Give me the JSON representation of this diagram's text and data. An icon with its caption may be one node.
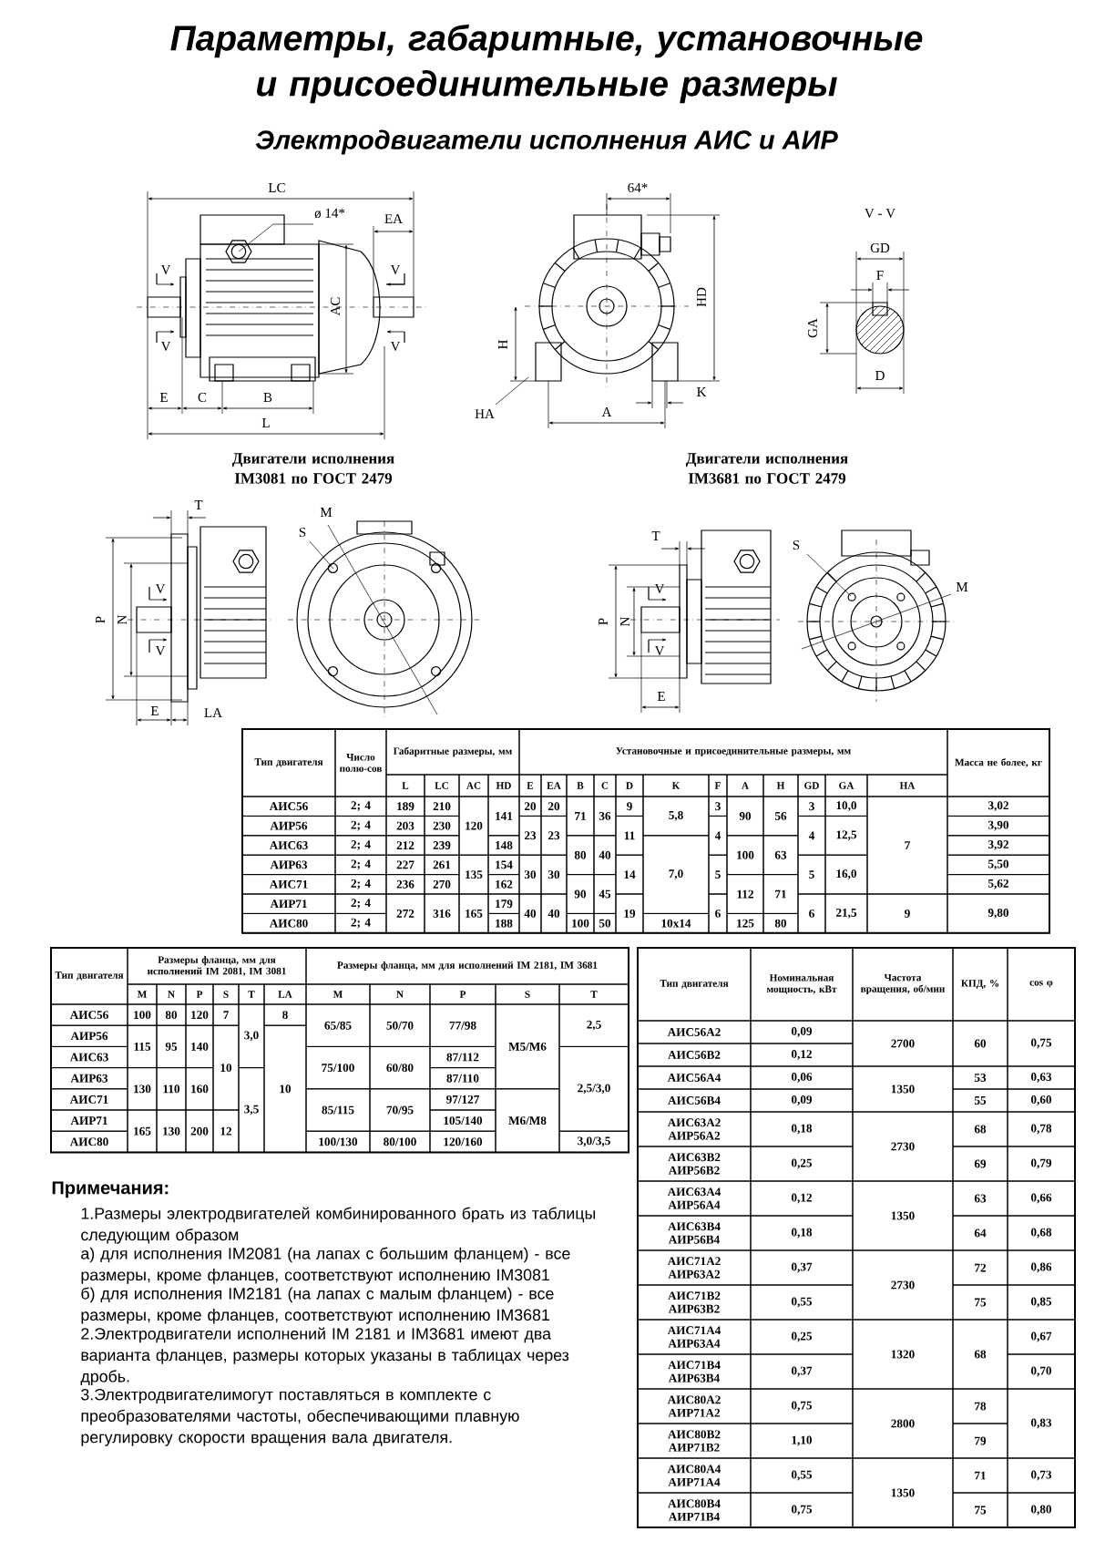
{
  "diagram": {
    "title": "Параметры, габаритные, установочные и присоединительные размеры",
    "labels": [
      "Электродвигатели исполнения АИС и АИР",
      "LC",
      "ø 14*",
      "EA",
      "V",
      "V",
      "AC",
      "V",
      "V",
      "E",
      "C",
      "B",
      "L",
      "64*",
      "HD",
      "H",
      "K",
      "HA",
      "A",
      "V - V",
      "GD",
      "F",
      "GA",
      "D",
      "Двигатели исполнения IM3081 по ГОСТ 2479",
      "Двигатели исполнения IM3681 по ГОСТ 2479",
      "T",
      "M",
      "S",
      "P",
      "N",
      "V",
      "V",
      "E",
      "LA",
      "T",
      "S",
      "M",
      "P",
      "N",
      "V",
      "V",
      "E",
      "Тип двигателя",
      "Число полю-сов",
      "Габаритные размеры, мм",
      "Установочные и присоединительные размеры, мм",
      "Масса не более, кг",
      "L",
      "LC",
      "AC",
      "HD",
      "E",
      "EA",
      "B",
      "C",
      "D",
      "K",
      "F",
      "A",
      "H",
      "GD",
      "GA",
      "HA",
      "АИС56",
      "2; 4",
      "189",
      "210",
      "120",
      "141",
      "20",
      "20",
      "71",
      "36",
      "9",
      "5,8",
      "3",
      "90",
      "56",
      "3",
      "10,0",
      "7",
      "3,02",
      "АИР56",
      "2; 4",
      "203",
      "230",
      "23",
      "23",
      "11",
      "4",
      "4",
      "12,5",
      "3,90",
      "АИС63",
      "2; 4",
      "212",
      "239",
      "148",
      "80",
      "40",
      "7,0",
      "100",
      "63",
      "3,92",
      "АИР63",
      "2; 4",
      "227",
      "261",
      "135",
      "154",
      "30",
      "30",
      "14",
      "5",
      "5",
      "16,0",
      "5,50",
      "АИС71",
      "2; 4",
      "236",
      "270",
      "162",
      "90",
      "45",
      "112",
      "71",
      "5,62",
      "АИР71",
      "2; 4",
      "272",
      "316",
      "165",
      "179",
      "40",
      "40",
      "19",
      "6",
      "6",
      "21,5",
      "9",
      "9,80",
      "АИС80",
      "2; 4",
      "188",
      "100",
      "50",
      "10x14",
      "125",
      "80",
      "Тип двигателя",
      "Размеры фланца, мм для исполнений IM 2081, IM 3081",
      "Размеры фланца, мм для исполнений IM 2181, IM 3681",
      "M",
      "N",
      "P",
      "S",
      "T",
      "LA",
      "M",
      "N",
      "P",
      "S",
      "T",
      "АИС56",
      "100",
      "80",
      "120",
      "7",
      "3,0",
      "8",
      "65/85",
      "50/70",
      "77/98",
      "M5/M6",
      "2,5",
      "АИР56",
      "115",
      "95",
      "140",
      "10",
      "10",
      "АИС63",
      "75/100",
      "60/80",
      "87/112",
      "2,5/3,0",
      "АИР63",
      "130",
      "110",
      "160",
      "3,5",
      "87/110",
      "АИС71",
      "85/115",
      "70/95",
      "97/127",
      "АИР71",
      "165",
      "130",
      "200",
      "12",
      "105/140",
      "M6/M8",
      "АИС80",
      "100/130",
      "80/100",
      "120/160",
      "3,0/3,5",
      "Тип двигателя",
      "Номинальная мощность, кВт",
      "Частота вращения, об/мин",
      "КПД, %",
      "cos φ",
      "АИС56А2",
      "0,09",
      "2700",
      "60",
      "0,75",
      "АИС56В2",
      "0,12",
      "АИС56А4",
      "0,06",
      "1350",
      "53",
      "0,63",
      "АИС56В4",
      "0,09",
      "55",
      "0,60",
      "АИС63А2 АИР56А2",
      "0,18",
      "2730",
      "68",
      "0,78",
      "АИС63В2 АИР56В2",
      "0,25",
      "69",
      "0,79",
      "АИС63А4 АИР56А4",
      "0,12",
      "1350",
      "63",
      "0,66",
      "АИС63В4 АИР56В4",
      "0,18",
      "64",
      "0,68",
      "АИС71А2 АИР63А2",
      "0,37",
      "2730",
      "72",
      "0,86",
      "АИС71В2 АИР63В2",
      "0,55",
      "75",
      "0,85",
      "АИС71А4 АИР63А4",
      "0,25",
      "1320",
      "68",
      "0,67",
      "АИС71В4 АИР63В4",
      "0,37",
      "0,70",
      "АИС80А2 АИР71А2",
      "0,75",
      "2800",
      "78",
      "0,83",
      "АИС80В2 АИР71В2",
      "1,10",
      "79",
      "АИС80А4 АИР71А4",
      "0,55",
      "1350",
      "71",
      "0,73",
      "АИС80В4 АИР71В4",
      "0,75",
      "75",
      "0,80",
      "Примечания:",
      "1.Размеры электродвигателей комбинированного брать из таблицы следующим образом",
      "а) для исполнения IM2081 (на лапах с большим фланцем) - все размеры, кроме фланцев, соответствуют исполнению IM3081",
      "б) для исполнения IM2181 (на лапах с малым фланцем) - все размеры, кроме фланцев, соответствуют исполнению IM3681",
      "2.Электродвигатели исполнений IM 2181 и IM3681 имеют два варианта фланцев, размеры которых указаны в таблицах через дробь.",
      "3.Электродвигателимогут поставляться в комплекте с преобразователями частоты, обеспечивающими плавную регулировку скорости вращения вала двигателя."
    ]
  }
}
